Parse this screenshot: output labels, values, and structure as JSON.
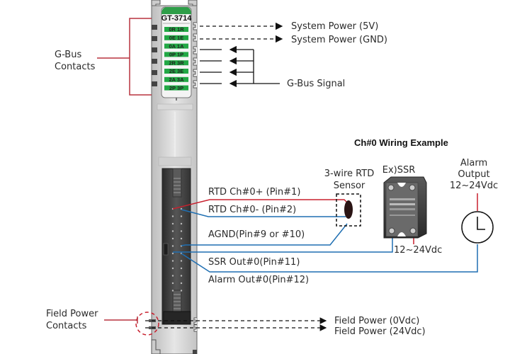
{
  "module": {
    "model": "GT-3714",
    "led_rows": [
      {
        "left": "0R",
        "right": "1R"
      },
      {
        "left": "0E",
        "right": "1E"
      },
      {
        "left": "0A",
        "right": "1A"
      },
      {
        "left": "0P",
        "right": "1P"
      },
      {
        "left": "2R",
        "right": "3R"
      },
      {
        "left": "2E",
        "right": "3E"
      },
      {
        "left": "2A",
        "right": "3A"
      },
      {
        "left": "2P",
        "right": "3P"
      }
    ],
    "led_color": "#22a845",
    "header_color": "#2e9e48"
  },
  "labels": {
    "gbus_contacts_line1": "G-Bus",
    "gbus_contacts_line2": "Contacts",
    "field_power_contacts_line1": "Field Power",
    "field_power_contacts_line2": "Contacts",
    "system_power_5v": "System Power (5V)",
    "system_power_gnd": "System Power (GND)",
    "gbus_signal": "G-Bus Signal",
    "field_power_0vdc": "Field Power (0Vdc)",
    "field_power_24vdc": "Field Power (24Vdc)"
  },
  "wiring_example": {
    "title": "Ch#0 Wiring Example",
    "rtd_sensor_line1": "3-wire RTD",
    "rtd_sensor_line2": "Sensor",
    "ssr_label": "Ex)SSR",
    "ssr_voltage": "12~24Vdc",
    "alarm_line1": "Alarm",
    "alarm_line2": "Output",
    "alarm_line3": "12~24Vdc",
    "pins": {
      "rtd_plus": "RTD Ch#0+ (Pin#1)",
      "rtd_minus": "RTD Ch#0- (Pin#2)",
      "agnd": "AGND(Pin#9 or #10)",
      "ssr_out": "SSR Out#0(Pin#11)",
      "alarm_out": "Alarm Out#0(Pin#12)"
    }
  },
  "colors": {
    "red_wire": "#c8202e",
    "blue_wire": "#1f6fb2",
    "bracket": "#b8323f"
  }
}
